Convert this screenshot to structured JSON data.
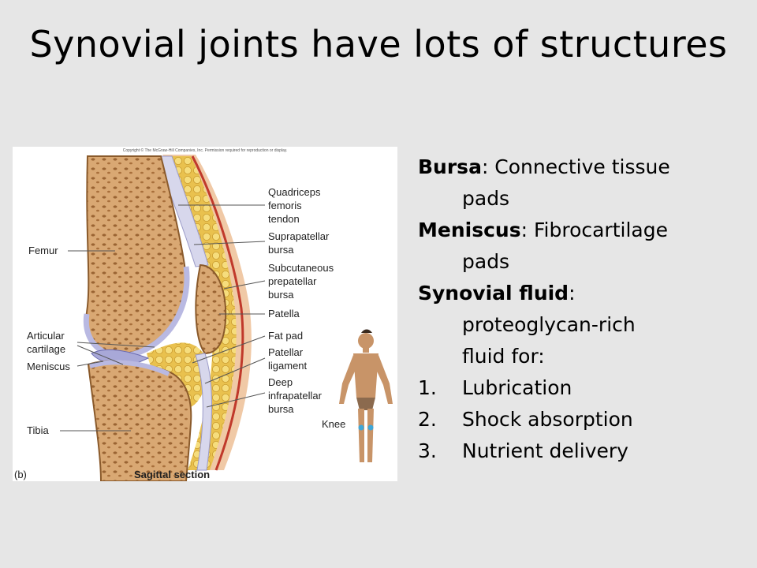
{
  "title": "Synovial joints have lots of structures",
  "figure": {
    "copyright": "Copyright © The McGraw-Hill Companies, Inc. Permission required for reproduction or display.",
    "panel_letter": "(b)",
    "caption": "Sagittal section",
    "labels": {
      "femur": "Femur",
      "articular_1": "Articular",
      "articular_2": "cartilage",
      "meniscus": "Meniscus",
      "tibia": "Tibia",
      "quad_1": "Quadriceps",
      "quad_2": "femoris",
      "quad_3": "tendon",
      "supra_1": "Suprapatellar",
      "supra_2": "bursa",
      "subcut_1": "Subcutaneous",
      "subcut_2": "prepatellar",
      "subcut_3": "bursa",
      "patella": "Patella",
      "fatpad": "Fat pad",
      "patlig_1": "Patellar",
      "patlig_2": "ligament",
      "deep_1": "Deep",
      "deep_2": "infrapatellar",
      "deep_3": "bursa",
      "knee": "Knee"
    },
    "colors": {
      "bone": "#d9a873",
      "bone_dark": "#b67d48",
      "fat": "#f2d46a",
      "cartilage": "#c9c9e8",
      "skin": "#f0c9a6"
    }
  },
  "notes": {
    "bursa_term": "Bursa",
    "bursa_def_1": ": Connective tissue",
    "bursa_def_2": "pads",
    "meniscus_term": "Meniscus",
    "meniscus_def_1": ": Fibrocartilage",
    "meniscus_def_2": "pads",
    "fluid_term": "Synovial fluid",
    "fluid_colon": ":",
    "fluid_def_1": "proteoglycan-rich",
    "fluid_def_2": "fluid for:",
    "list": [
      {
        "num": "1.",
        "text": "Lubrication"
      },
      {
        "num": "2.",
        "text": "Shock absorption"
      },
      {
        "num": "3.",
        "text": "Nutrient delivery"
      }
    ]
  }
}
